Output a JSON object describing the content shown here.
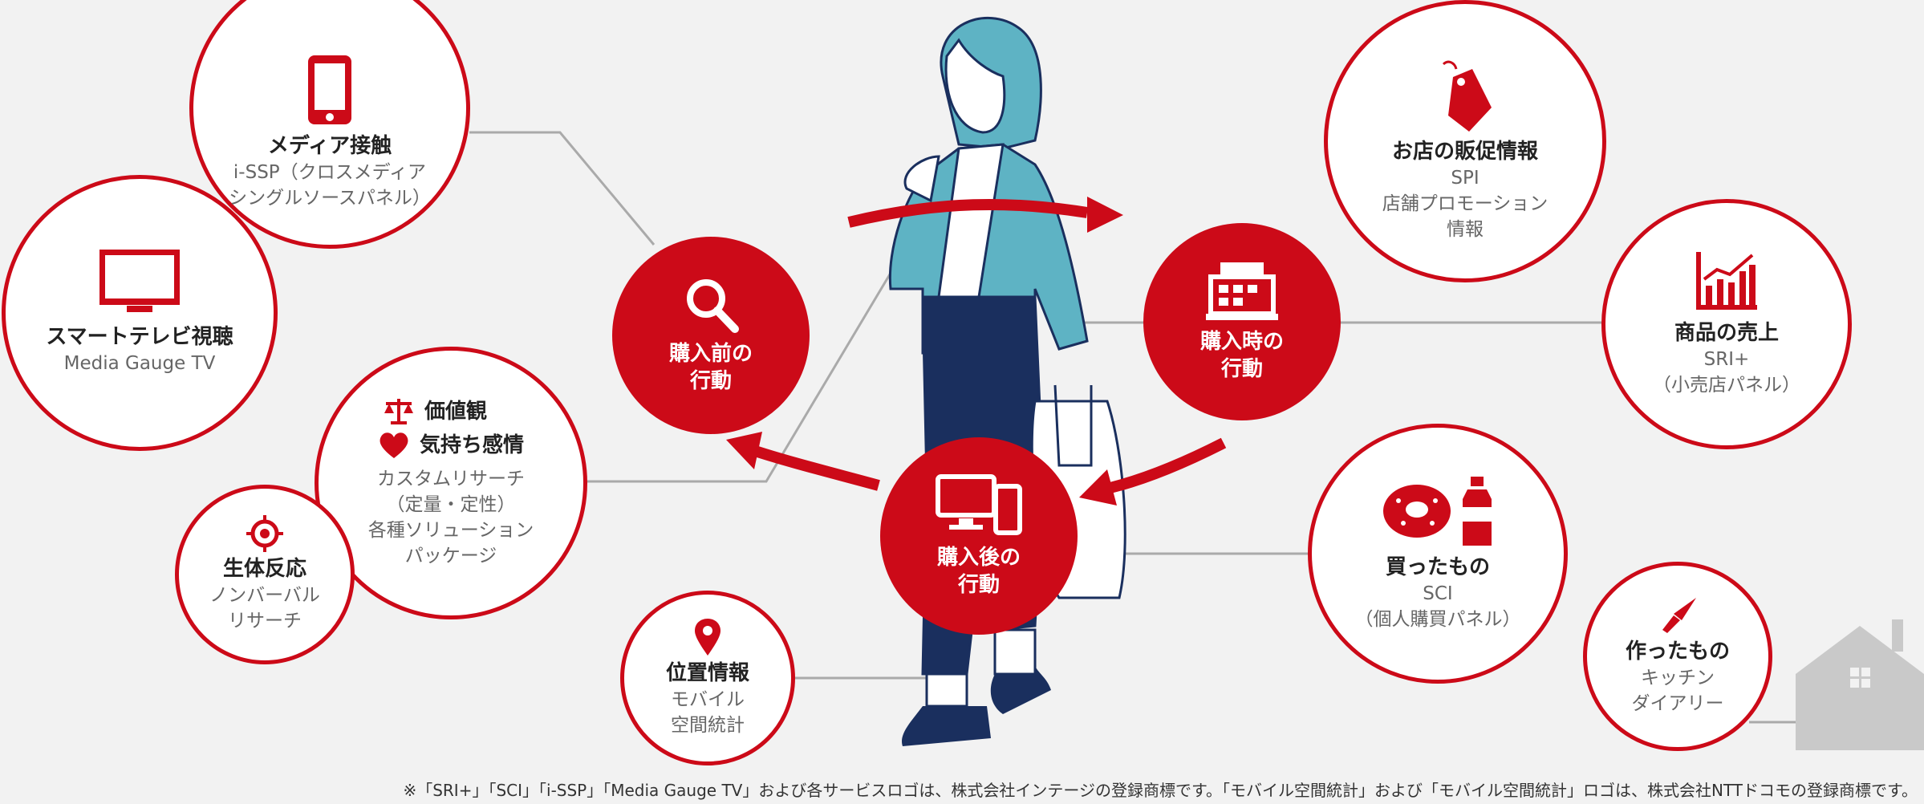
{
  "phases": {
    "before": {
      "title": "購入前の\n行動",
      "line1": "購入前の",
      "line2": "行動"
    },
    "during": {
      "line1": "購入時の",
      "line2": "行動"
    },
    "after": {
      "line1": "購入後の",
      "line2": "行動"
    }
  },
  "nodes": {
    "media": {
      "title": "メディア接触",
      "sub": "i-SSP（クロスメディア\nシングルソースパネル）"
    },
    "smarttv": {
      "title": "スマートテレビ視聴",
      "sub": "Media Gauge TV"
    },
    "values": {
      "title1": "価値観",
      "title2": "気持ち感情",
      "sub": "カスタムリサーチ\n（定量・定性）\n各種ソリューション\nパッケージ"
    },
    "bio": {
      "title": "生体反応",
      "sub": "ノンバーバル\nリサーチ"
    },
    "location": {
      "title": "位置情報",
      "sub": "モバイル\n空間統計"
    },
    "store": {
      "title": "お店の販促情報",
      "sub": "SPI\n店舗プロモーション\n情報"
    },
    "sales": {
      "title": "商品の売上",
      "sub": "SRI+\n（小売店パネル）"
    },
    "bought": {
      "title": "買ったもの",
      "sub": "SCI\n（個人購買パネル）"
    },
    "made": {
      "title": "作ったもの",
      "sub": "キッチン\nダイアリー"
    }
  },
  "colors": {
    "accent": "#cc0a18",
    "line": "#aaaaaa",
    "navy": "#1a2f5e",
    "teal": "#5eb3c4"
  },
  "icons": [
    "smartphone-icon",
    "tv-icon",
    "scale-icon",
    "heart-icon",
    "target-icon",
    "location-pin-icon",
    "price-tag-icon",
    "chart-icon",
    "donut-icon",
    "bottle-icon",
    "knife-icon",
    "house-icon",
    "search-icon",
    "building-icon",
    "devices-icon"
  ],
  "footnote": "※「SRI+」「SCI」「i-SSP」「Media Gauge TV」および各サービスロゴは、株式会社インテージの登録商標です。「モバイル空間統計」および「モバイル空間統計」ロゴは、株式会社NTTドコモの登録商標です。"
}
